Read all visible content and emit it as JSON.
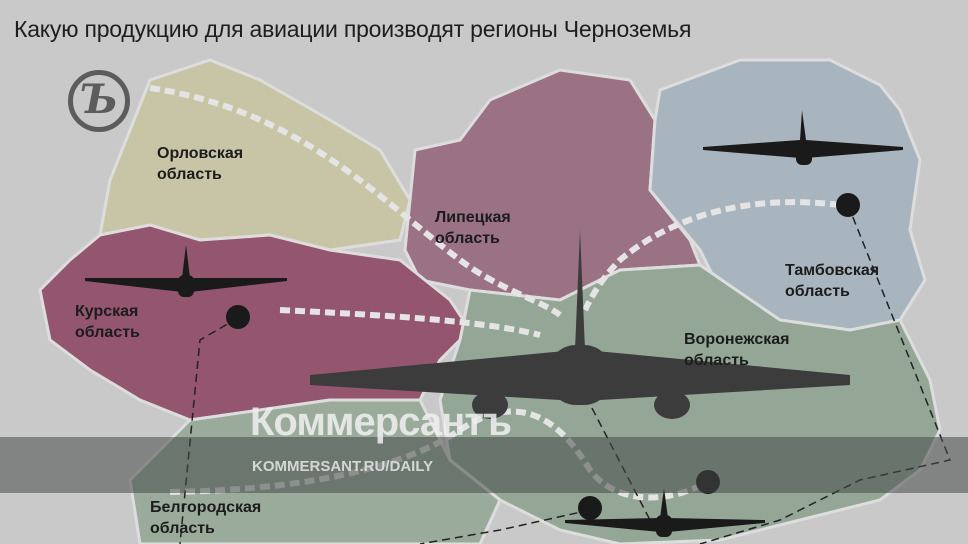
{
  "title": "Какую продукцию для авиации производят регионы Черноземья",
  "logo_text": "Ъ",
  "regions": {
    "oryol": {
      "line1": "Орловская",
      "line2": "область"
    },
    "lipetsk": {
      "line1": "Липецкая",
      "line2": "область"
    },
    "tambov": {
      "line1": "Тамбовская",
      "line2": "область"
    },
    "kursk": {
      "line1": "Курская",
      "line2": "область"
    },
    "voronezh": {
      "line1": "Воронежская",
      "line2": "область"
    },
    "belgorod": {
      "line1": "Белгородская",
      "line2": "область"
    }
  },
  "watermark": {
    "brand": "Коммерсантъ",
    "url": "KOMMERSANT.RU/DAILY"
  },
  "colors": {
    "oryol": "#c8c5a6",
    "kursk": "#94566e",
    "lipetsk": "#9a7283",
    "tambov": "#a8b5bf",
    "voronezh": "#94a797",
    "belgorod": "#9aab9b"
  }
}
